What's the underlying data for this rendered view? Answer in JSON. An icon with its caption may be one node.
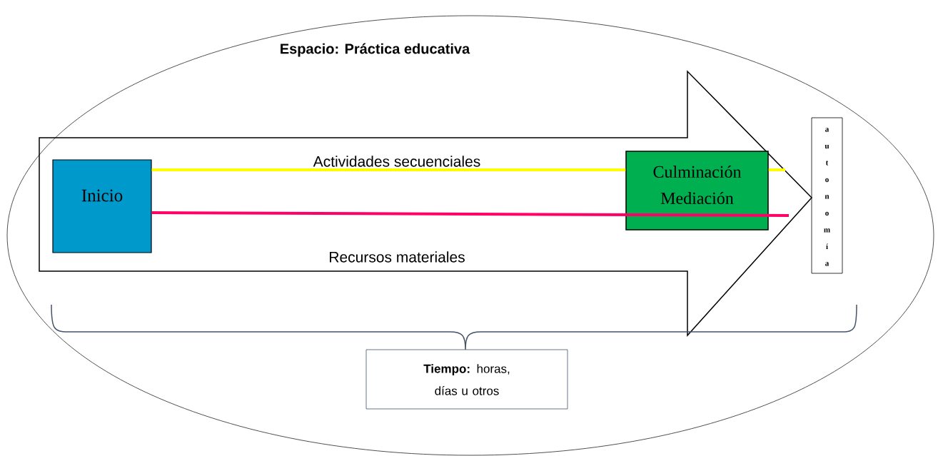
{
  "diagram": {
    "nodes": [
      {
        "text": [
          "Espacio: Práctica educativa"
        ]
      },
      {
        "text": [
          "Actividades secuenciales",
          "Recursos materiales"
        ],
        "in": 0
      },
      {
        "text": [
          "Inicio"
        ],
        "in": 1
      },
      {
        "text": [
          "Culminación Mediación"
        ],
        "in": 1
      },
      {
        "text": [
          "autonomía"
        ],
        "in": 0
      },
      {
        "text": [
          "**Tiempo:** horas, días u otros"
        ],
        "in": 0
      }
    ],
    "edges": [
      {
        "from": 2,
        "to": 3,
        "arrow": "none",
        "color": "#ffff00"
      },
      {
        "from": 3,
        "to": null,
        "arrow": "none",
        "color": "#ffff00"
      },
      {
        "from": 2,
        "to": null,
        "arrow": "none",
        "color": "#ff0066"
      }
    ]
  }
}
